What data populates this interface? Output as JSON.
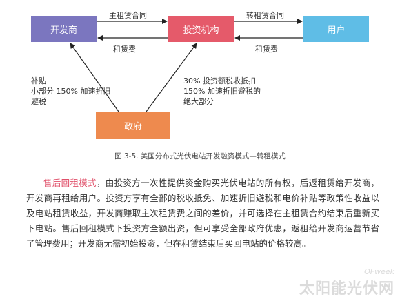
{
  "diagram": {
    "nodes": {
      "developer": "开发商",
      "investor": "投资机构",
      "user": "用户",
      "government": "政府"
    },
    "edges": {
      "master_lease": "主租赁合同",
      "sublease": "转租赁合同",
      "rent_left": "租赁费",
      "rent_right": "租赁费"
    },
    "notes": {
      "left": [
        "补贴",
        "小部分 150% 加速折旧",
        "避税"
      ],
      "right": [
        "30% 投资额税收抵扣",
        "150% 加速折旧避税的",
        "绝大部分"
      ]
    },
    "colors": {
      "developer": "#7b76bf",
      "investor": "#e55a6a",
      "user": "#5fbde6",
      "government": "#ee8a4e"
    }
  },
  "caption": "图 3-5. 美国分布式光伏电站开发融资模式—转租模式",
  "paragraph": {
    "highlight": "售后回租模式",
    "body": "，由投资方一次性提供资金购买光伏电站的所有权，后返租赁给开发商，开发商再租给用户。投资方享有全部的税收抵免、加速折旧避税和电价补贴等政策性收益以及电站租赁收益，开发商赚取主次租赁费之间的差价，并可选择在主租赁合约结束后重新买下电站。售后回租模式下投资方全额出资，但可享受全部政府优惠，返租给开发商运营节省了管理费用；开发商无需初始投资，但在租赁结束后买回电站的价格较高。"
  },
  "watermark": {
    "top": "OFweek",
    "main": "太阳能光伏网"
  }
}
